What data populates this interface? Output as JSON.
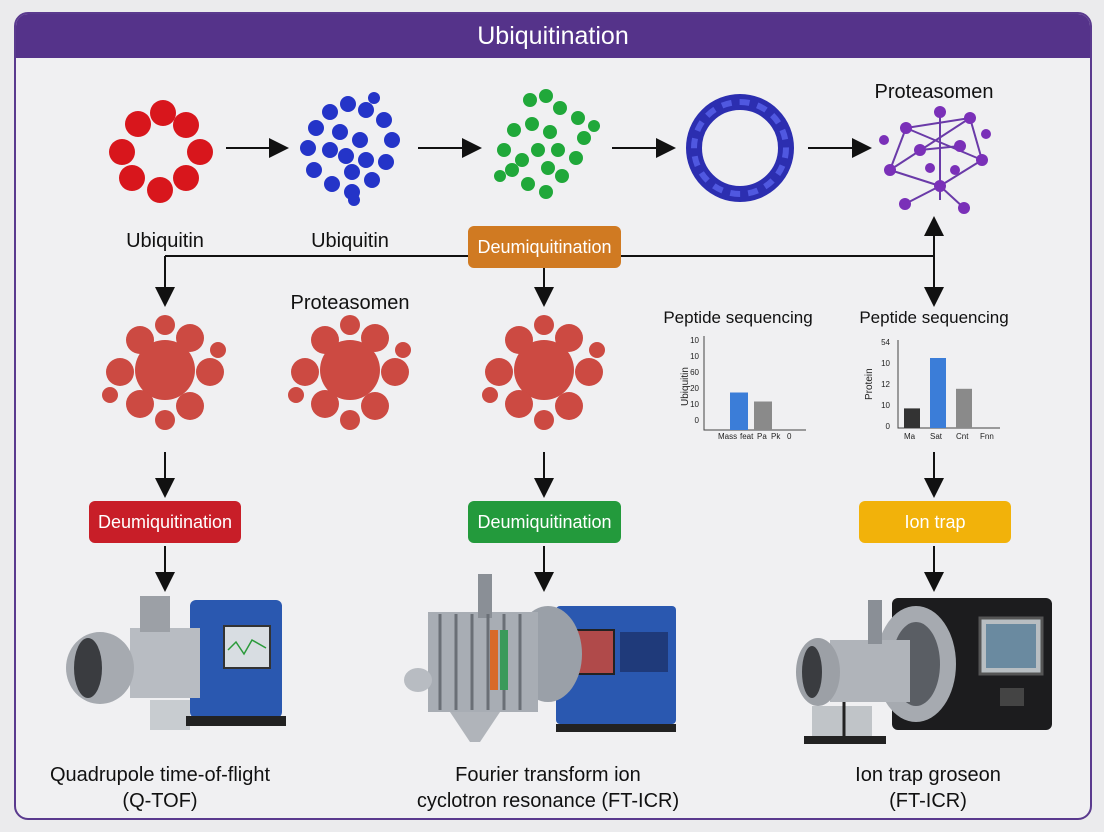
{
  "title": "Ubiquitination",
  "top_labels": {
    "ubiquitin_1": "Ubiquitin",
    "ubiquitin_2": "Ubiquitin",
    "proteasomen_top": "Proteasomen",
    "proteasomen_mid": "Proteasomen"
  },
  "pills": {
    "deubiq_top": "Deumiquitination",
    "deubiq_red": "Deumiquitination",
    "deubiq_green": "Deumiquitination",
    "ion_trap": "Ion trap"
  },
  "colors": {
    "banner": "#55338a",
    "orange_pill": "#d07a22",
    "red_pill": "#c81e28",
    "green_pill": "#239a3c",
    "yellow_pill": "#f2b20a"
  },
  "charts": [
    {
      "title": "Peptide sequencing",
      "ylabel": "Ubiquitin",
      "y_ticks": [
        "10",
        "10",
        "60",
        "20",
        "10",
        "0"
      ],
      "categories": [
        "Mass",
        "feat",
        "Pa",
        "Pk",
        "0"
      ],
      "values": [
        12.5,
        9.5
      ],
      "colors": [
        "#3b7dd8",
        "#8a8a8a"
      ]
    },
    {
      "title": "Peptide sequencing",
      "ylabel": "Protein",
      "y_ticks": [
        "54",
        "10",
        "12",
        "10",
        "0"
      ],
      "categories": [
        "Ma",
        "Sat",
        "Cnt",
        "Fnn"
      ],
      "values": [
        7,
        25,
        14
      ],
      "colors": [
        "#333333",
        "#3b7dd8",
        "#8a8a8a"
      ]
    }
  ],
  "instruments": {
    "qtof": {
      "line1": "Quadrupole time-of-flight",
      "line2": "(Q-TOF)"
    },
    "fticr": {
      "line1": "Fourier transform ion",
      "line2": "cyclotron resonance (FT-ICR)"
    },
    "iontrap": {
      "line1": "Ion trap groseon",
      "line2": "(FT-ICR)"
    }
  }
}
